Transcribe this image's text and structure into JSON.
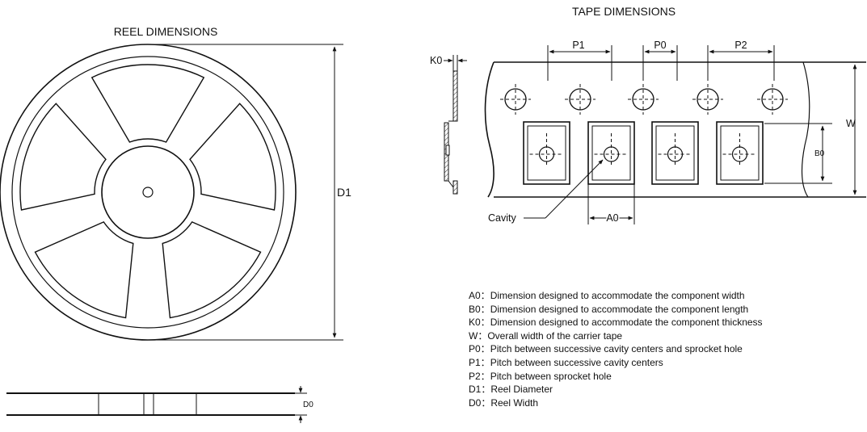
{
  "titles": {
    "reel": "REEL DIMENSIONS",
    "tape": "TAPE DIMENSIONS"
  },
  "labels": {
    "d1": "D1",
    "d0": "D0",
    "k0": "K0",
    "w": "W",
    "p1": "P1",
    "p0": "P0",
    "p2": "P2",
    "b0": "B0",
    "a0": "A0",
    "cavity": "Cavity"
  },
  "legend": [
    {
      "key": "A0",
      "sep": "：",
      "text": "Dimension designed to accommodate the component width"
    },
    {
      "key": "B0",
      "sep": "：",
      "text": "Dimension designed to accommodate the component length"
    },
    {
      "key": "K0",
      "sep": "：",
      "text": "Dimension designed to accommodate the component thickness"
    },
    {
      "key": "W",
      "sep": "：",
      "text": "Overall width of the carrier tape"
    },
    {
      "key": "P0",
      "sep": "：",
      "text": "Pitch between successive cavity centers and sprocket hole"
    },
    {
      "key": "P1",
      "sep": "：",
      "text": "Pitch between successive cavity centers"
    },
    {
      "key": "P2",
      "sep": "：",
      "text": "Pitch between sprocket hole"
    },
    {
      "key": "D1",
      "sep": "：",
      "text": "Reel Diameter"
    },
    {
      "key": "D0",
      "sep": "：",
      "text": "Reel Width"
    }
  ]
}
